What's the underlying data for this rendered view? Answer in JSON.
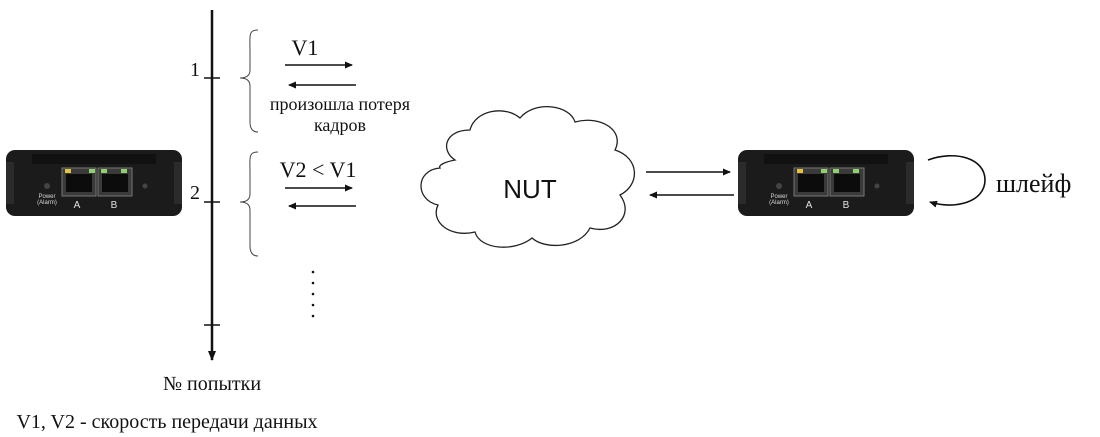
{
  "axis": {
    "tick_1": "1",
    "tick_2": "2",
    "caption": "№ попытки"
  },
  "steps": {
    "step1_speed": "V1",
    "step1_note_line1": "произошла потеря",
    "step1_note_line2": "кадров",
    "step2_speed": "V2 < V1",
    "continuation": "⋮"
  },
  "cloud": {
    "label": "NUT"
  },
  "loopback": {
    "label": "шлейф"
  },
  "device": {
    "power_label_line1": "Power",
    "power_label_line2": "(Alarm)",
    "port_a": "A",
    "port_b": "B"
  },
  "footnote": "V1, V2 - скорость передачи данных",
  "colors": {
    "device_body": "#1b1b1b",
    "device_edge": "#2b2b2b",
    "port_led_yellow": "#e6c43a",
    "port_led_green": "#8fd16a",
    "line": "#111111"
  }
}
